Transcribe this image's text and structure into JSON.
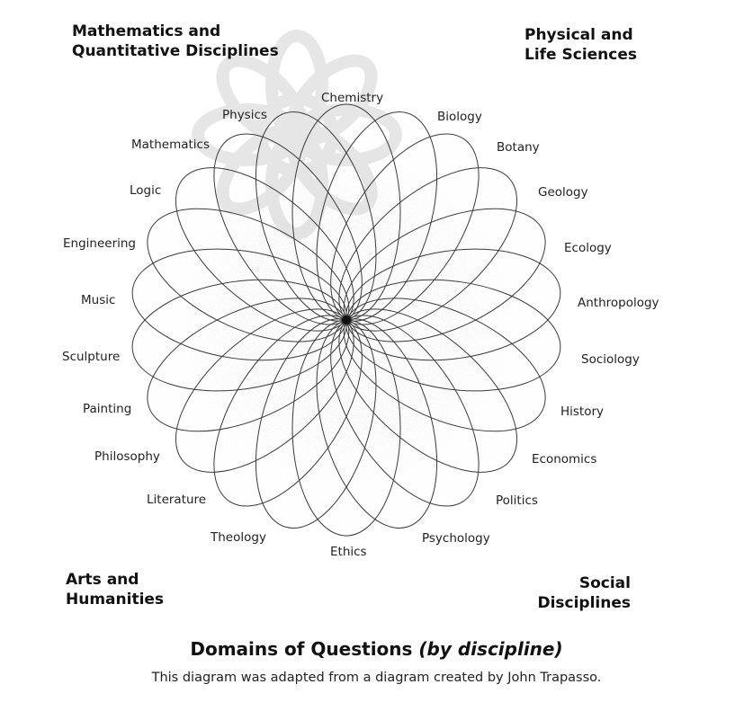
{
  "corners": {
    "top_left": [
      "Mathematics and",
      "Quantitative Disciplines"
    ],
    "top_right": [
      "Physical and",
      "Life Sciences"
    ],
    "bottom_left": [
      "Arts and",
      "Humanities"
    ],
    "bottom_right": [
      "Social",
      "Disciplines"
    ]
  },
  "disciplines": [
    "Chemistry",
    "Biology",
    "Botany",
    "Geology",
    "Ecology",
    "Anthropology",
    "Sociology",
    "History",
    "Economics",
    "Politics",
    "Psychology",
    "Ethics",
    "Theology",
    "Literature",
    "Philosophy",
    "Painting",
    "Sculpture",
    "Music",
    "Engineering",
    "Logic",
    "Mathematics",
    "Physics"
  ],
  "title": {
    "main": "Domains of Questions",
    "sub": "(by discipline)"
  },
  "caption": "This diagram was adapted from a diagram created by John Trapasso."
}
